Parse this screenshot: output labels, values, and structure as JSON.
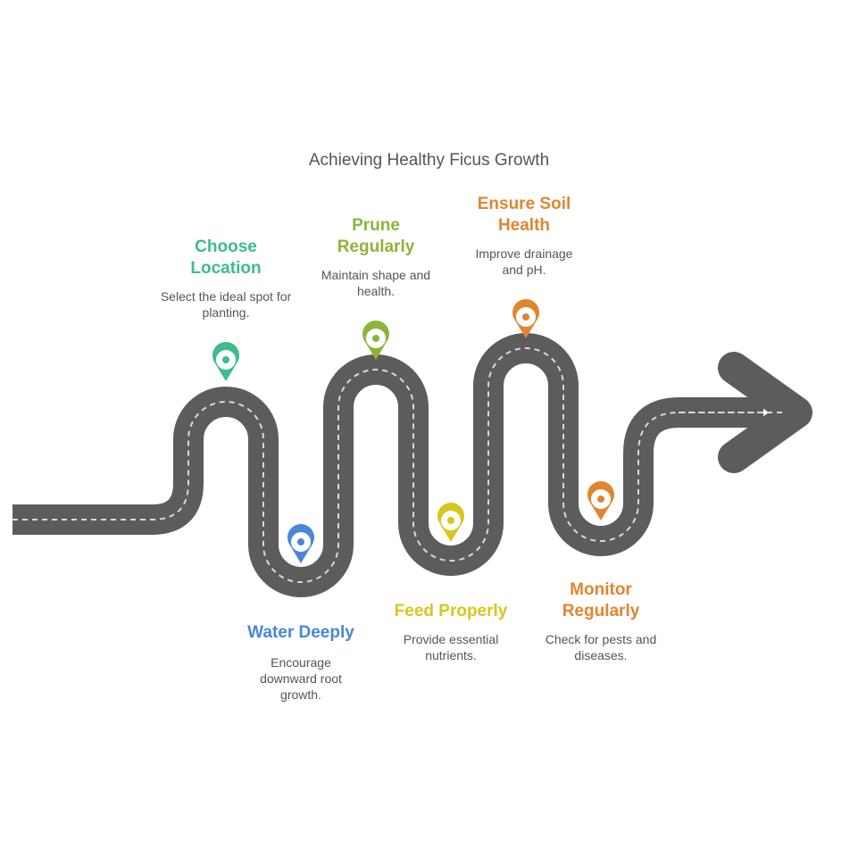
{
  "title": "Achieving Healthy Ficus Growth",
  "steps": [
    {
      "title": "Choose Location",
      "desc": "Select the ideal spot for planting.",
      "color": "#3dbd87",
      "pin_icon": "map-pin-icon"
    },
    {
      "title": "Water Deeply",
      "desc": "Encourage downward root growth.",
      "color": "#4a86d8",
      "pin_icon": "map-pin-icon"
    },
    {
      "title": "Prune Regularly",
      "desc": "Maintain shape and health.",
      "color": "#8cb43a",
      "pin_icon": "map-pin-icon"
    },
    {
      "title": "Feed Properly",
      "desc": "Provide essential nutrients.",
      "color": "#d8c61c",
      "pin_icon": "map-pin-icon"
    },
    {
      "title": "Ensure Soil Health",
      "desc": "Improve drainage and pH.",
      "color": "#e0862e",
      "pin_icon": "map-pin-icon"
    },
    {
      "title": "Monitor Regularly",
      "desc": "Check for pests and diseases.",
      "color": "#e0862e",
      "pin_icon": "map-pin-icon"
    }
  ],
  "road_color": "#5c5c5c",
  "arrow_icon": "arrow-right-icon"
}
